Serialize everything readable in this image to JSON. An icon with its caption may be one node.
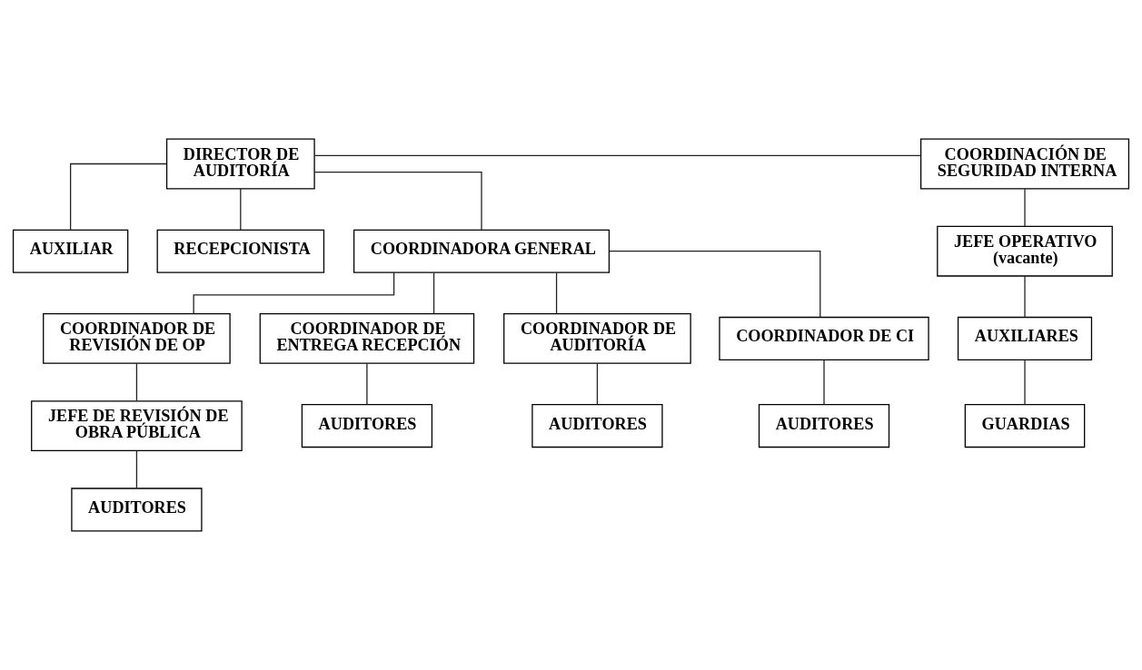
{
  "diagram": {
    "nodes": [
      {
        "text": [
          "DIRECTOR DE AUDITORÍA"
        ]
      },
      {
        "text": [
          "COORDINACIÓN DE SEGURIDAD INTERNA"
        ]
      },
      {
        "text": [
          "AUXILIAR"
        ]
      },
      {
        "text": [
          "RECEPCIONISTA"
        ]
      },
      {
        "text": [
          "JEFE OPERATIVO (vacante)"
        ]
      },
      {
        "text": [
          "COORDINADORA GENERAL"
        ]
      },
      {
        "text": [
          "AUXILIARES"
        ]
      },
      {
        "text": [
          "GUARDIAS"
        ]
      },
      {
        "text": [
          "COORDINADOR DE REVISIÓN DE OP"
        ]
      },
      {
        "text": [
          "COORDINADOR DE ENTREGA RECEPCIÓN"
        ]
      },
      {
        "text": [
          "COORDINADOR DE AUDITORÍA"
        ]
      },
      {
        "text": [
          "COORDINADOR DE CI"
        ]
      },
      {
        "text": [
          "JEFE DE REVISIÓN DE OBRA PÚBLICA"
        ]
      },
      {
        "text": [
          "AUDITORES"
        ]
      },
      {
        "text": [
          "AUDITORES"
        ]
      },
      {
        "text": [
          "AUDITORES"
        ]
      },
      {
        "text": [
          "AUDITORES"
        ]
      }
    ],
    "edges": [
      {
        "from": 0,
        "to": 1,
        "arrow": "none"
      },
      {
        "from": 0,
        "to": 2,
        "arrow": "none"
      },
      {
        "from": 0,
        "to": 3,
        "arrow": "none"
      },
      {
        "from": 0,
        "to": 5,
        "arrow": "none"
      },
      {
        "from": 1,
        "to": 4,
        "arrow": "none"
      },
      {
        "from": 4,
        "to": 6,
        "arrow": "none"
      },
      {
        "from": 6,
        "to": 7,
        "arrow": "none"
      },
      {
        "from": 5,
        "to": 8,
        "arrow": "none"
      },
      {
        "from": 5,
        "to": 9,
        "arrow": "none"
      },
      {
        "from": 5,
        "to": 10,
        "arrow": "none"
      },
      {
        "from": 5,
        "to": 11,
        "arrow": "none"
      },
      {
        "from": 8,
        "to": 12,
        "arrow": "none"
      },
      {
        "from": 12,
        "to": 13,
        "arrow": "none"
      },
      {
        "from": 9,
        "to": 14,
        "arrow": "none"
      },
      {
        "from": 10,
        "to": 15,
        "arrow": "none"
      },
      {
        "from": 11,
        "to": 16,
        "arrow": "none"
      }
    ]
  }
}
